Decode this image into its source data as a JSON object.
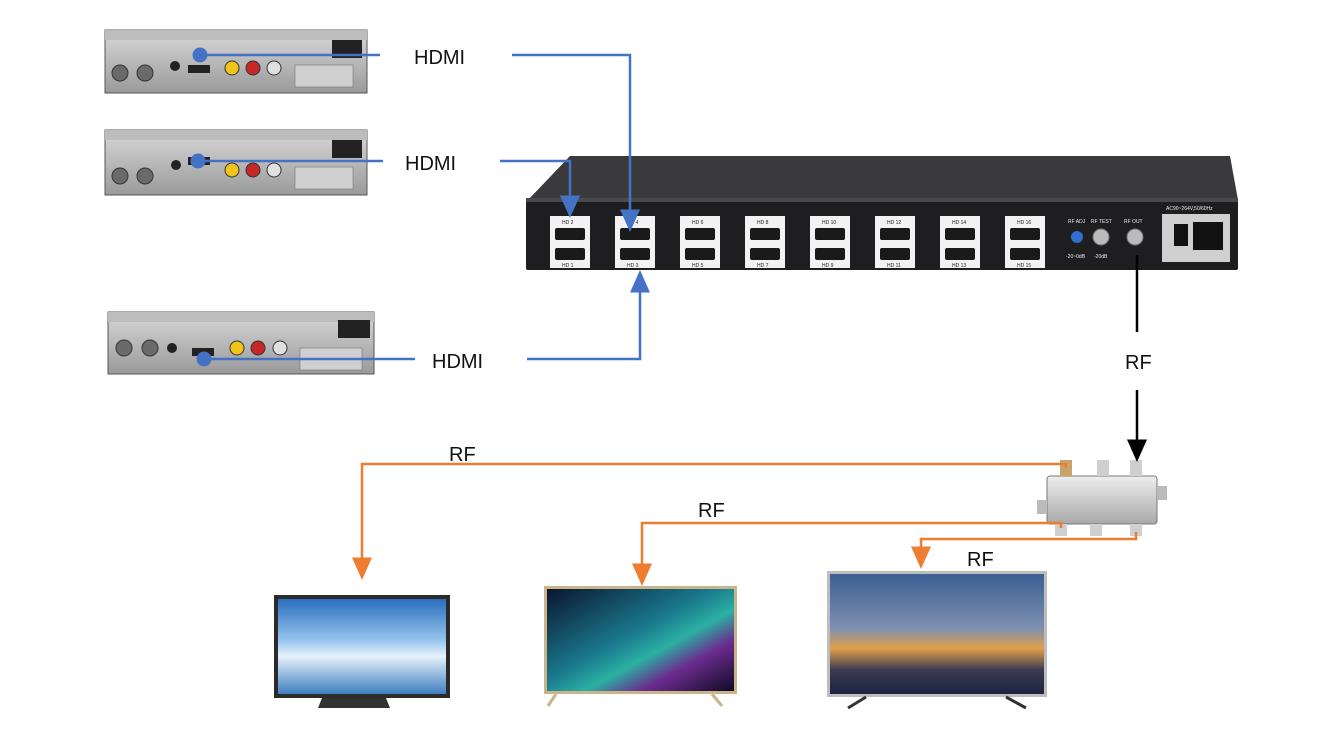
{
  "connections": {
    "hdmi_1": "HDMI",
    "hdmi_2": "HDMI",
    "hdmi_3": "HDMI",
    "rf_main": "RF",
    "rf_tv1": "RF",
    "rf_tv2": "RF",
    "rf_tv3": "RF"
  },
  "encoder": {
    "power_label": "AC90~264V,50/60Hz",
    "rf_adj": "RF ADJ",
    "rf_test": "RF TEST",
    "rf_out": "RF OUT",
    "rf_adj_range": "-20~0dB",
    "rf_test_level": "-20dB",
    "ports_top": [
      "HD 2",
      "HD 4",
      "HD 6",
      "HD 8",
      "HD 10",
      "HD 12",
      "HD 14",
      "HD 16"
    ],
    "ports_bottom": [
      "HD 1",
      "HD 3",
      "HD 5",
      "HD 7",
      "HD 9",
      "HD 11",
      "HD 13",
      "HD 15"
    ]
  },
  "colors": {
    "hdmi_line": "#4472c4",
    "rf_tv_line": "#ed7d31",
    "rf_main_line": "#000000",
    "device_dark": "#1e1e20"
  }
}
